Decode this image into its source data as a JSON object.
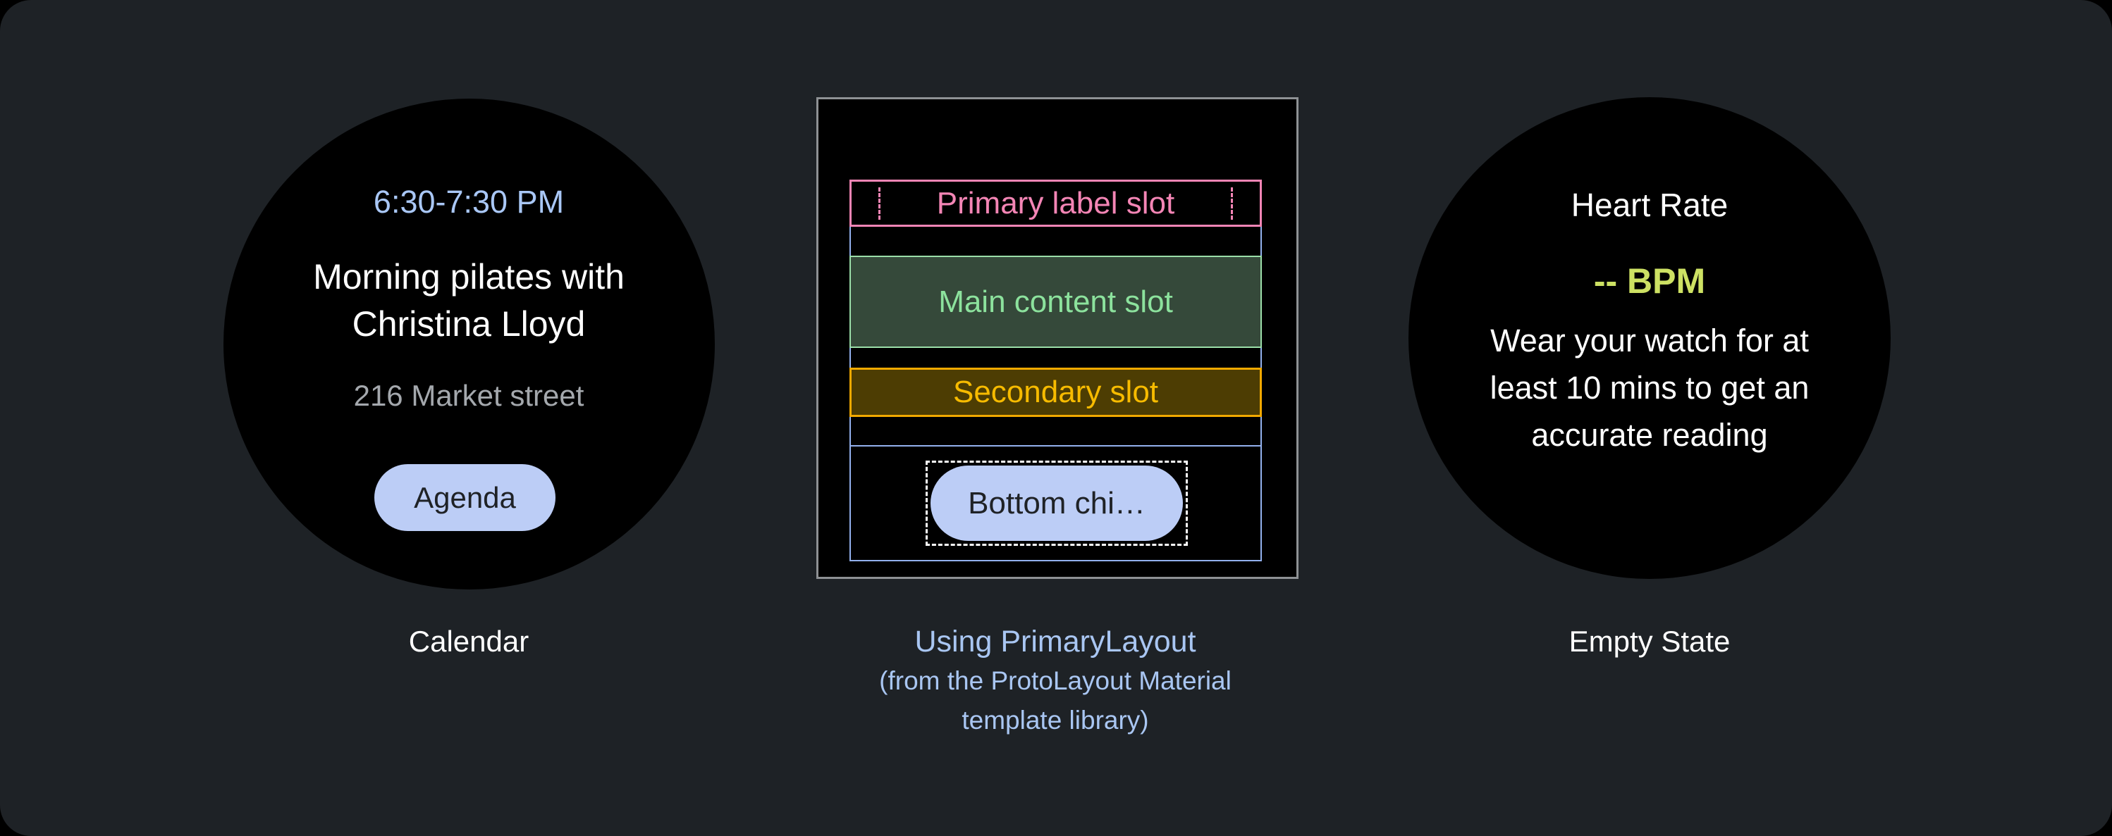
{
  "colors": {
    "background": "#1e2226",
    "watch_fill": "#000000",
    "bezel_stroke": "#8e9194",
    "time_blue": "#a9c7f6",
    "title_white": "#ffffff",
    "address_gray": "#a4a8ad",
    "chip_bg": "#bccdf6",
    "chip_text": "#1f2226",
    "pink": "#f485b5",
    "green_border": "#9bdfa9",
    "green_fill": "#35493a",
    "green_text": "#8ce29d",
    "amber_border": "#f2a900",
    "amber_fill": "#4d3d03",
    "amber_text": "#f7bb00",
    "blue_line": "#93b1ee",
    "lime": "#cde163",
    "caption_blue": "#a9c6f2",
    "dashed_white": "#ffffff"
  },
  "left_watch": {
    "time": "6:30-7:30 PM",
    "title_line1": "Morning pilates with",
    "title_line2": "Christina Lloyd",
    "address": "216 Market street",
    "chip_label": "Agenda",
    "caption": "Calendar"
  },
  "diagram": {
    "primary_label": "Primary label slot",
    "main_content_label": "Main content slot",
    "secondary_label": "Secondary slot",
    "chip_label": "Bottom chi…",
    "caption_line1": "Using PrimaryLayout",
    "caption_line2": "(from the ProtoLayout Material",
    "caption_line3": "template library)"
  },
  "right_watch": {
    "title": "Heart Rate",
    "value": "-- BPM",
    "body_line1": "Wear your watch for at",
    "body_line2": "least 10 mins to get an",
    "body_line3": "accurate reading",
    "caption": "Empty State"
  }
}
